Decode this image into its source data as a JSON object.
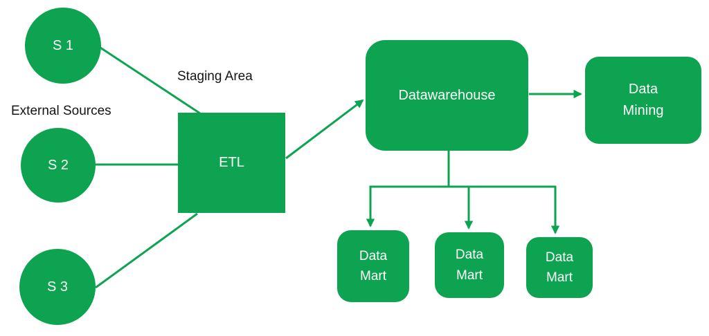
{
  "colors": {
    "shape_fill": "#0da351",
    "connector": "#0da351",
    "shape_text": "#ffffff",
    "label_text": "#151515",
    "background": "#ffffff"
  },
  "labels": {
    "external_sources": "External Sources",
    "staging_area": "Staging Area"
  },
  "nodes": {
    "source_1": {
      "label": "S 1",
      "shape": "circle"
    },
    "source_2": {
      "label": "S 2",
      "shape": "circle"
    },
    "source_3": {
      "label": "S 3",
      "shape": "circle"
    },
    "etl": {
      "label": "ETL",
      "shape": "square"
    },
    "datawarehouse": {
      "label": "Datawarehouse",
      "shape": "rounded-rect"
    },
    "data_mining": {
      "lines": [
        "Data",
        "Mining"
      ],
      "shape": "rounded-rect"
    },
    "data_mart_1": {
      "lines": [
        "Data",
        "Mart"
      ],
      "shape": "rounded-rect"
    },
    "data_mart_2": {
      "lines": [
        "Data",
        "Mart"
      ],
      "shape": "rounded-rect"
    },
    "data_mart_3": {
      "lines": [
        "Data",
        "Mart"
      ],
      "shape": "rounded-rect"
    }
  },
  "connections": [
    {
      "from": "source_1",
      "to": "etl",
      "arrow": false
    },
    {
      "from": "source_2",
      "to": "etl",
      "arrow": false
    },
    {
      "from": "source_3",
      "to": "etl",
      "arrow": false
    },
    {
      "from": "etl",
      "to": "datawarehouse",
      "arrow": true
    },
    {
      "from": "datawarehouse",
      "to": "data_mining",
      "arrow": true
    },
    {
      "from": "datawarehouse",
      "to": "data_mart_1",
      "arrow": true
    },
    {
      "from": "datawarehouse",
      "to": "data_mart_2",
      "arrow": true
    },
    {
      "from": "datawarehouse",
      "to": "data_mart_3",
      "arrow": true
    }
  ]
}
